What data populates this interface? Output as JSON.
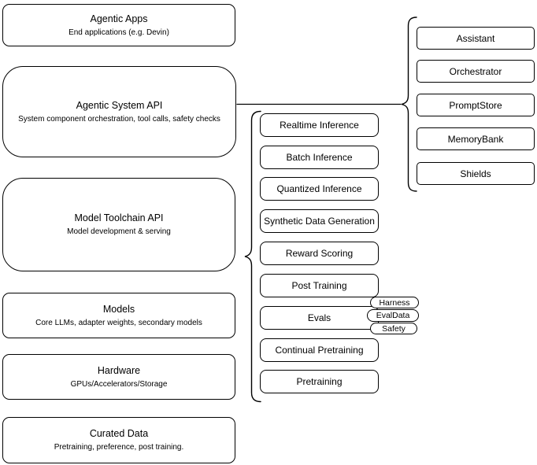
{
  "colors": {
    "stroke": "#000000",
    "fill": "#ffffff",
    "background": "#ffffff"
  },
  "stack": {
    "agentic_apps": {
      "title": "Agentic Apps",
      "subtitle": "End applications (e.g. Devin)"
    },
    "agentic_system_api": {
      "title": "Agentic System API",
      "subtitle": "System component orchestration, tool calls, safety checks"
    },
    "model_toolchain_api": {
      "title": "Model Toolchain API",
      "subtitle": "Model development & serving"
    },
    "models": {
      "title": "Models",
      "subtitle": "Core LLMs, adapter weights, secondary models"
    },
    "hardware": {
      "title": "Hardware",
      "subtitle": "GPUs/Accelerators/Storage"
    },
    "curated_data": {
      "title": "Curated Data",
      "subtitle": "Pretraining, preference, post training."
    }
  },
  "toolchain": {
    "items": [
      "Realtime Inference",
      "Batch Inference",
      "Quantized Inference",
      "Synthetic Data Generation",
      "Reward Scoring",
      "Post Training",
      "Evals",
      "Continual Pretraining",
      "Pretraining"
    ]
  },
  "evals": {
    "items": [
      "Harness",
      "EvalData",
      "Safety"
    ]
  },
  "system": {
    "items": [
      "Assistant",
      "Orchestrator",
      "PromptStore",
      "MemoryBank",
      "Shields"
    ]
  }
}
